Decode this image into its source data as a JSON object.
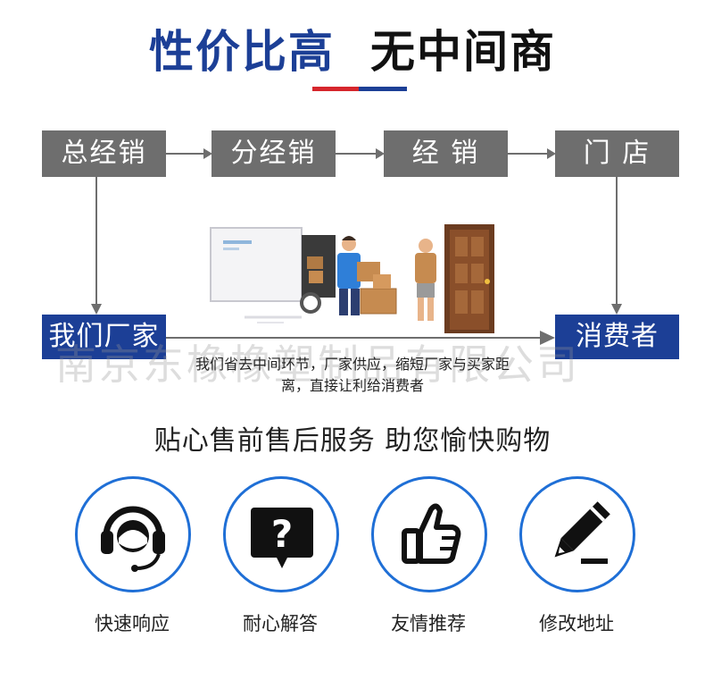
{
  "headline": {
    "part1": "性价比高",
    "part2": "无中间商"
  },
  "accent_colors": {
    "red": "#d6262c",
    "blue": "#1c3f96",
    "circle_border": "#1f6fd6",
    "gray_box": "#6e6e6e"
  },
  "flow": {
    "steps": [
      "总经销",
      "分经销",
      "经 销",
      "门 店"
    ],
    "factory": "我们厂家",
    "consumer": "消费者"
  },
  "caption": {
    "line1": "我们省去中间环节，厂家供应，缩短厂家与买家距",
    "line2": "离，直接让利给消费者"
  },
  "watermark": "南京东橡橡塑制品有限公司",
  "service_heading": "贴心售前售后服务 助您愉快购物",
  "services": [
    {
      "label": "快速响应",
      "icon": "headset-icon"
    },
    {
      "label": "耐心解答",
      "icon": "question-bubble-icon"
    },
    {
      "label": "友情推荐",
      "icon": "thumbs-up-icon"
    },
    {
      "label": "修改地址",
      "icon": "pen-edit-icon"
    }
  ]
}
